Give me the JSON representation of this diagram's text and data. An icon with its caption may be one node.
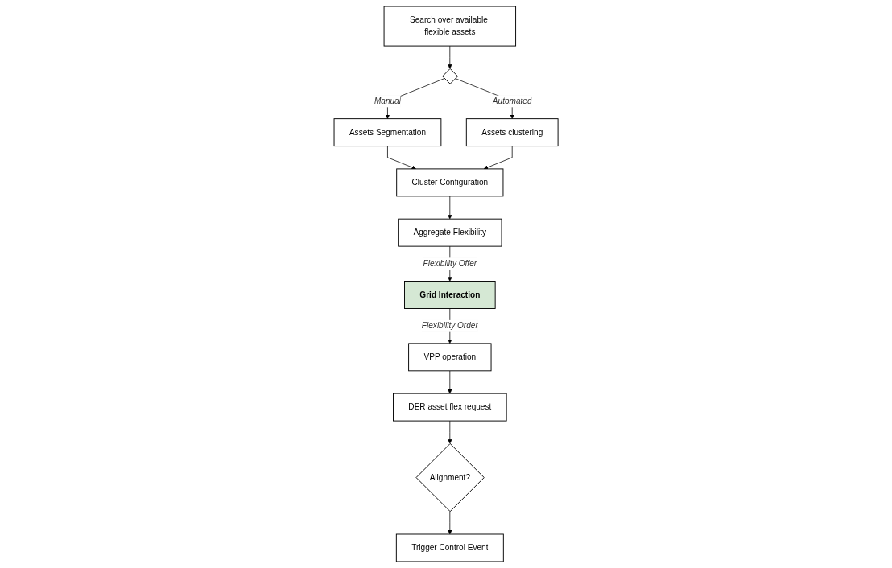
{
  "diagram": {
    "nodes": [
      {
        "text": [
          "Search over available flexible assets"
        ]
      },
      {
        "text": [],
        "shape": "diamond"
      },
      {
        "text": [
          "Assets clustering"
        ]
      },
      {
        "text": [
          "Assets Segmentation"
        ]
      },
      {
        "text": [
          "Cluster Configuration"
        ]
      },
      {
        "text": [
          "Aggregate Flexibility"
        ]
      },
      {
        "text": [
          "Grid Interaction"
        ]
      },
      {
        "text": [
          "VPP operation"
        ]
      },
      {
        "text": [
          "DER asset flex request"
        ]
      },
      {
        "text": [
          "Alignment?"
        ]
      },
      {
        "text": [
          "Trigger Control Event"
        ]
      }
    ],
    "edges": [
      {
        "from": 0,
        "to": 1,
        "arrow": "to"
      },
      {
        "from": 1,
        "to": 2,
        "arrow": "to",
        "label": "Automated"
      },
      {
        "from": 1,
        "to": 3,
        "arrow": "to",
        "label": "Manual"
      },
      {
        "from": 3,
        "to": 4,
        "arrow": "to"
      },
      {
        "from": 2,
        "to": 4,
        "arrow": "to"
      },
      {
        "from": 4,
        "to": 5,
        "arrow": "to"
      },
      {
        "from": 5,
        "to": 6,
        "arrow": "to",
        "label": "Flexibility Offer"
      },
      {
        "from": 6,
        "to": 7,
        "arrow": "to",
        "label": "Flexibility Order"
      },
      {
        "from": 7,
        "to": 8,
        "arrow": "to"
      },
      {
        "from": 8,
        "to": 9,
        "arrow": "to"
      },
      {
        "from": 9,
        "to": 10,
        "arrow": "to"
      }
    ]
  }
}
